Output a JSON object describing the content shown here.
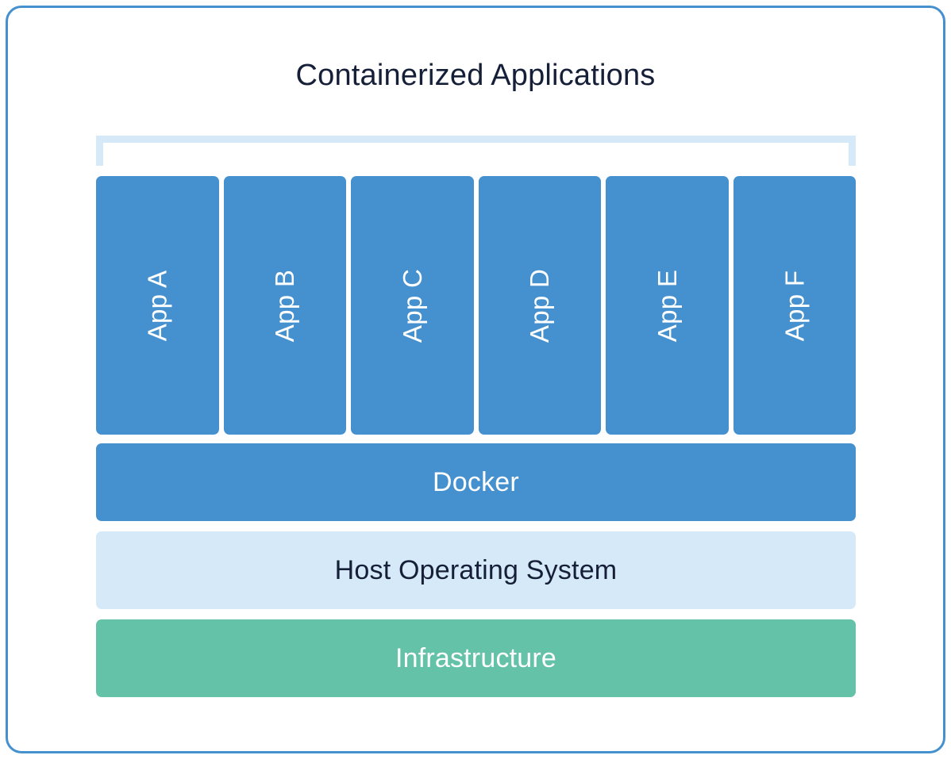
{
  "diagram": {
    "title": "Containerized Applications",
    "title_color": "#151f38",
    "frame_border_color": "#4590ce",
    "background_color": "#ffffff",
    "bracket": {
      "name": "containerized-applications-bracket",
      "color": "#d6e9f8"
    },
    "app_containers": [
      {
        "label": "App A",
        "color": "#4590ce",
        "text_color": "#ffffff"
      },
      {
        "label": "App B",
        "color": "#4590ce",
        "text_color": "#ffffff"
      },
      {
        "label": "App C",
        "color": "#4590ce",
        "text_color": "#ffffff"
      },
      {
        "label": "App D",
        "color": "#4590ce",
        "text_color": "#ffffff"
      },
      {
        "label": "App E",
        "color": "#4590ce",
        "text_color": "#ffffff"
      },
      {
        "label": "App F",
        "color": "#4590ce",
        "text_color": "#ffffff"
      }
    ],
    "layers": [
      {
        "label": "Docker",
        "color": "#4590ce",
        "text_color": "#ffffff"
      },
      {
        "label": "Host Operating System",
        "color": "#d6e9f8",
        "text_color": "#151f38"
      },
      {
        "label": "Infrastructure",
        "color": "#63c2a8",
        "text_color": "#ffffff"
      }
    ]
  }
}
